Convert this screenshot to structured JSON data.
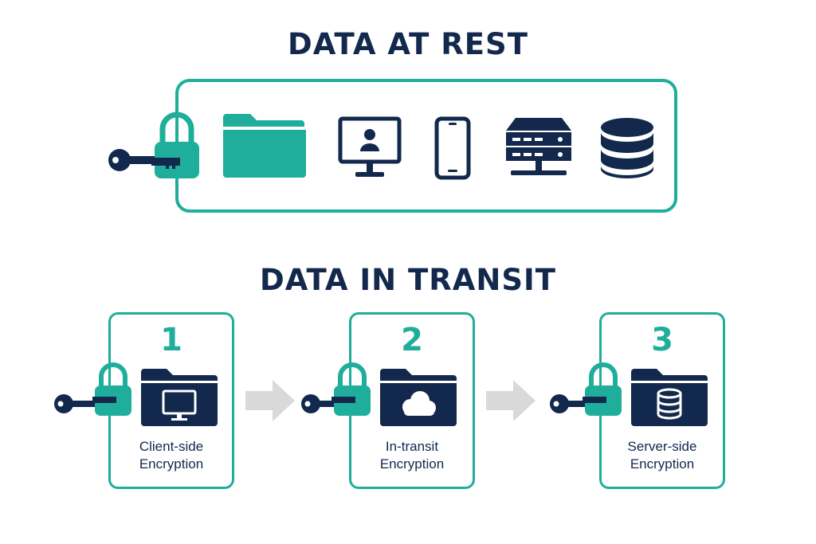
{
  "colors": {
    "navy": "#12284c",
    "teal": "#1fae9b",
    "arrow_gray": "#d9d9d9"
  },
  "rest": {
    "title": "DATA AT REST",
    "icons": [
      "key-icon",
      "padlock-icon",
      "folder-icon",
      "monitor-user-icon",
      "smartphone-icon",
      "server-icon",
      "database-icon"
    ]
  },
  "transit": {
    "title": "DATA IN TRANSIT",
    "steps": [
      {
        "number": "1",
        "line1": "Client-side",
        "line2": "Encryption",
        "icon": "monitor-folder-icon"
      },
      {
        "number": "2",
        "line1": "In-transit",
        "line2": "Encryption",
        "icon": "cloud-folder-icon"
      },
      {
        "number": "3",
        "line1": "Server-side",
        "line2": "Encryption",
        "icon": "database-folder-icon"
      }
    ]
  }
}
